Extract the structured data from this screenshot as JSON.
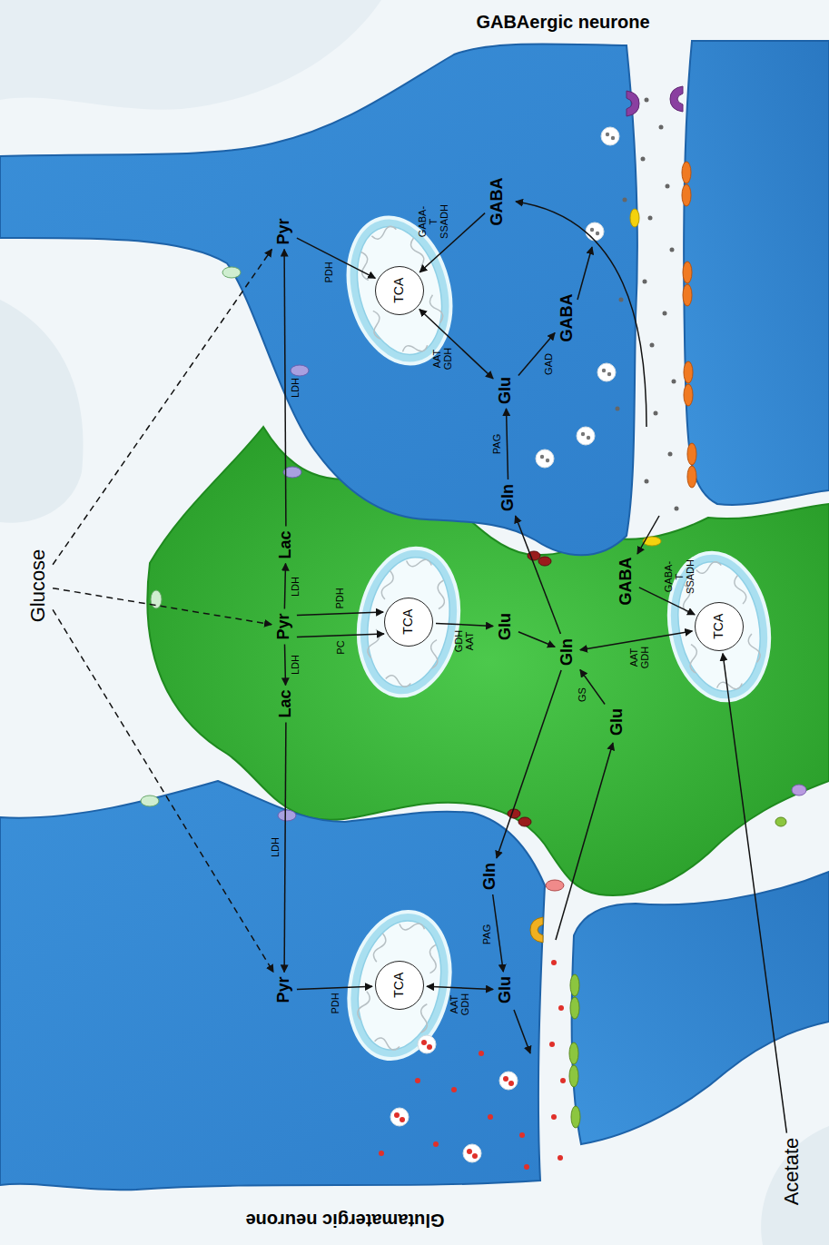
{
  "diagram": {
    "nodes": [
      {
        "text": [
          "Glucose"
        ]
      },
      {
        "text": [
          "Pyr"
        ]
      },
      {
        "text": [
          "TCA"
        ]
      },
      {
        "text": [
          "GABA"
        ]
      },
      {
        "text": [
          "Glu"
        ]
      },
      {
        "text": [
          "GABA"
        ]
      },
      {
        "text": [
          "Gln"
        ]
      },
      {
        "text": [
          "Lac"
        ]
      },
      {
        "text": [
          "Pyr"
        ]
      },
      {
        "text": [
          "Lac"
        ]
      },
      {
        "text": [
          "TCA"
        ]
      },
      {
        "text": [
          "Glu"
        ]
      },
      {
        "text": [
          "GABA"
        ]
      },
      {
        "text": [
          "Gln"
        ]
      },
      {
        "text": [
          "Glu"
        ]
      },
      {
        "text": [
          "TCA"
        ]
      },
      {
        "text": [
          "Gln"
        ]
      },
      {
        "text": [
          "Pyr"
        ]
      },
      {
        "text": [
          "TCA"
        ]
      },
      {
        "text": [
          "Glu"
        ]
      },
      {
        "text": [
          "Acetate"
        ]
      }
    ],
    "edges": [
      {
        "from": 0,
        "to": 1,
        "arrow": "to"
      },
      {
        "from": 0,
        "to": 8,
        "arrow": "to"
      },
      {
        "from": 0,
        "to": 17,
        "arrow": "to"
      },
      {
        "from": 1,
        "to": 2,
        "label": "PDH",
        "arrow": "to"
      },
      {
        "from": 3,
        "to": 2,
        "label": "GABA-T SSADH",
        "arrow": "to"
      },
      {
        "from": 2,
        "to": 4,
        "label": "AAT GDH",
        "arrow": "both"
      },
      {
        "from": 4,
        "to": 5,
        "label": "GAD",
        "arrow": "to"
      },
      {
        "from": 6,
        "to": 4,
        "label": "PAG",
        "arrow": "to"
      },
      {
        "from": 7,
        "to": 1,
        "label": "LDH",
        "arrow": "to"
      },
      {
        "from": 8,
        "to": 7,
        "label": "LDH",
        "arrow": "to"
      },
      {
        "from": 8,
        "to": 9,
        "label": "LDH",
        "arrow": "to"
      },
      {
        "from": 8,
        "to": 10,
        "label": "PDH",
        "arrow": "to"
      },
      {
        "from": 8,
        "to": 10,
        "label": "PC",
        "arrow": "to"
      },
      {
        "from": 10,
        "to": 11,
        "label": "GDH AAT",
        "arrow": "to"
      },
      {
        "from": 11,
        "to": 13,
        "arrow": "to"
      },
      {
        "from": 14,
        "to": 13,
        "label": "GS",
        "arrow": "to"
      },
      {
        "from": 13,
        "to": 6,
        "arrow": "to"
      },
      {
        "from": 13,
        "to": 16,
        "arrow": "to"
      },
      {
        "from": 13,
        "to": 15,
        "label": "AAT GDH",
        "arrow": "both"
      },
      {
        "from": 12,
        "to": 15,
        "label": "GABA-T SSADH",
        "arrow": "to"
      },
      {
        "from": 20,
        "to": 15,
        "arrow": "to"
      },
      {
        "from": 9,
        "to": 17,
        "label": "LDH",
        "arrow": "to"
      },
      {
        "from": 17,
        "to": 18,
        "label": "PDH",
        "arrow": "to"
      },
      {
        "from": 18,
        "to": 19,
        "label": "AAT GDH",
        "arrow": "both"
      },
      {
        "from": 16,
        "to": 19,
        "label": "PAG",
        "arrow": "to"
      }
    ],
    "labels": [
      "GABAergic neurone",
      "Glutamatergic neurone"
    ]
  }
}
